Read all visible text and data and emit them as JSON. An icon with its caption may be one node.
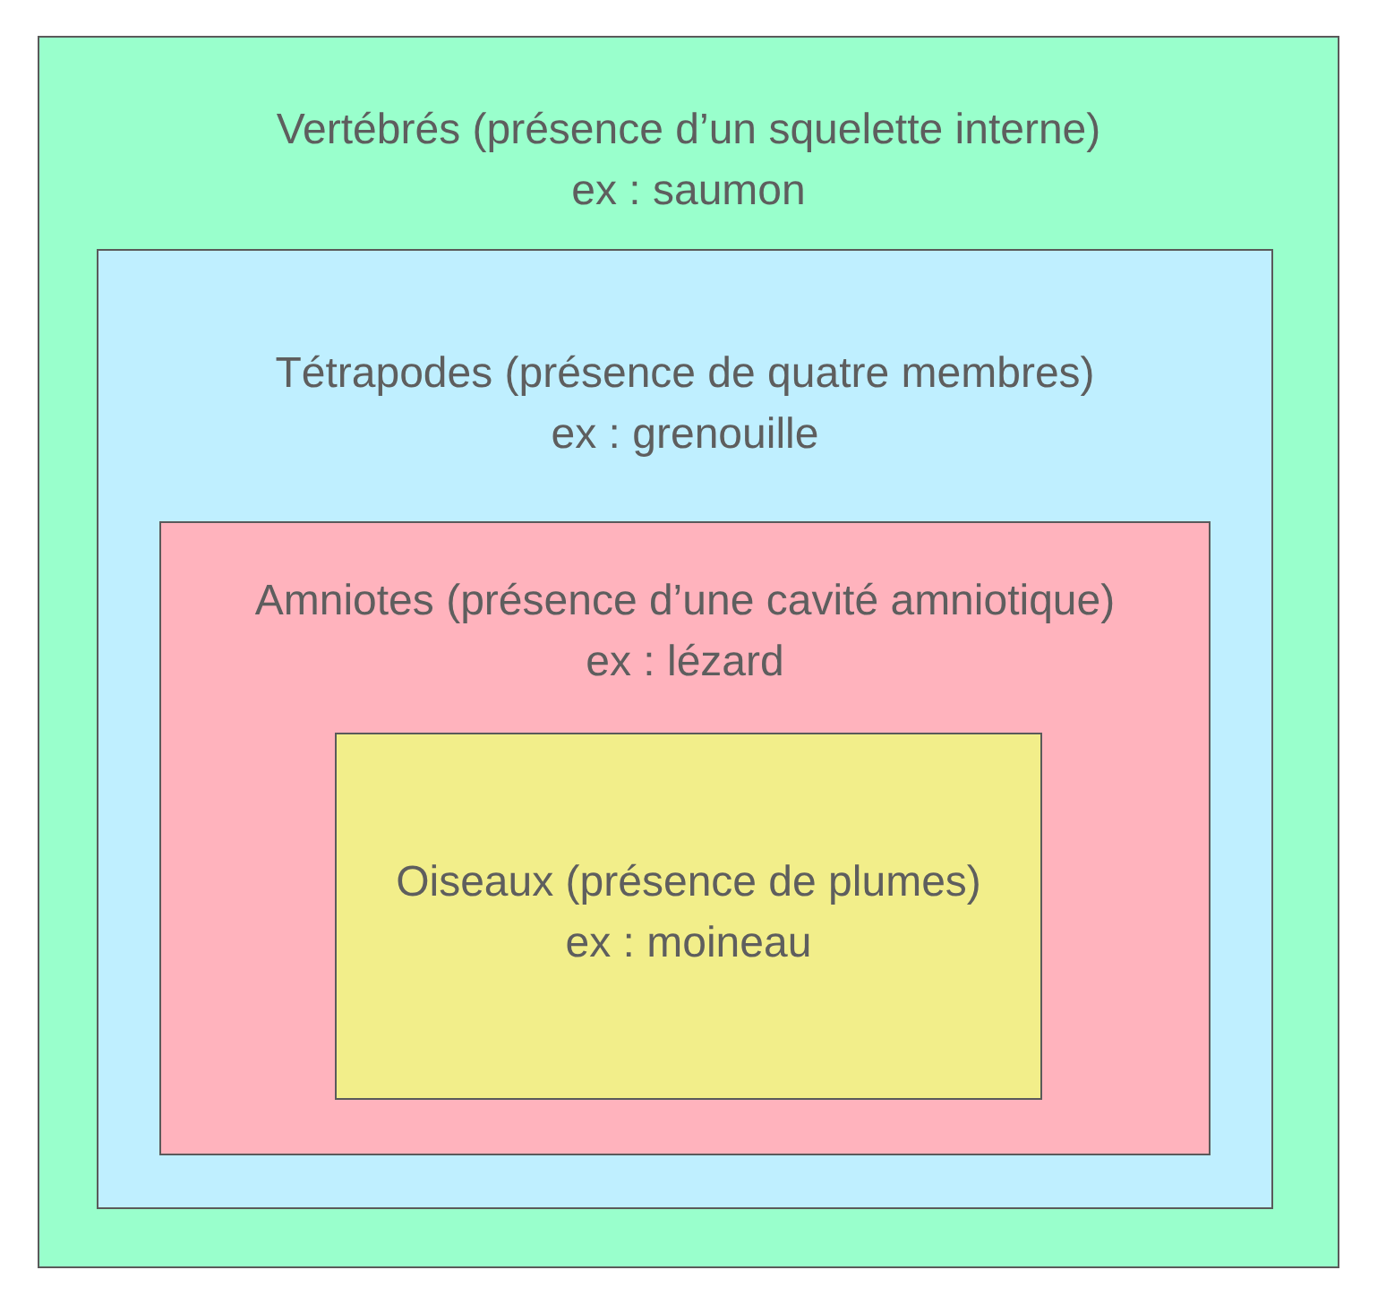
{
  "diagram": {
    "nodes": [
      {
        "text": [
          "Vertébrés (présence d’un squelette interne)",
          "ex : saumon"
        ]
      },
      {
        "text": [
          "Tétrapodes (présence de quatre membres)",
          "ex : grenouille"
        ],
        "in": 0
      },
      {
        "text": [
          "Amniotes (présence d’une cavité amniotique)",
          "ex : lézard"
        ],
        "in": 1
      },
      {
        "text": [
          "Oiseaux (présence de plumes)",
          "ex : moineau"
        ],
        "in": 2
      }
    ]
  }
}
